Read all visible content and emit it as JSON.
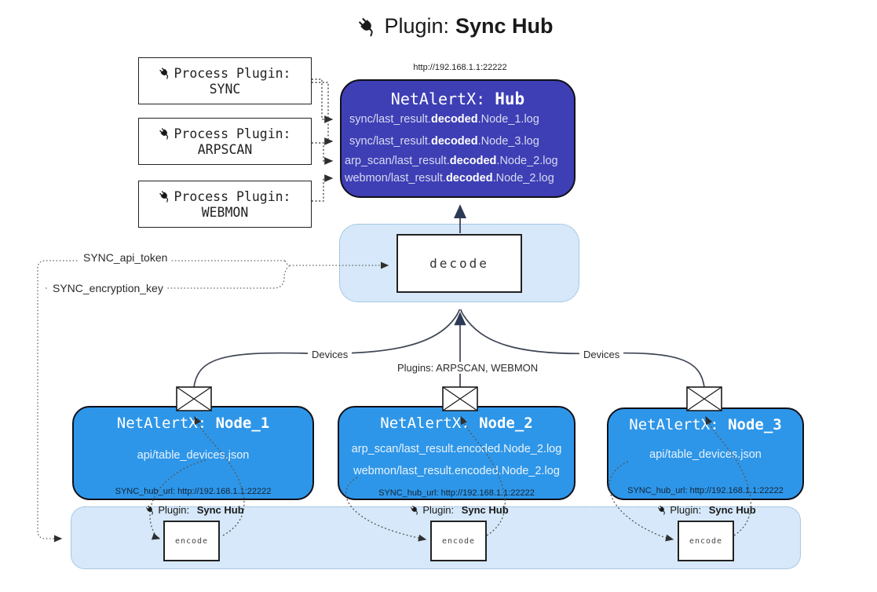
{
  "title": {
    "prefix": "Plugin:",
    "name": "Sync Hub",
    "icon": "plug"
  },
  "hub": {
    "url": "http://192.168.1.1:22222",
    "name_prefix": "NetAlertX:",
    "name": "Hub",
    "lines": [
      {
        "pre": "sync/last_result.",
        "bold": "decoded",
        "post": ".Node_1.log"
      },
      {
        "pre": "sync/last_result.",
        "bold": "decoded",
        "post": ".Node_3.log"
      },
      {
        "pre": "arp_scan/last_result.",
        "bold": "decoded",
        "post": ".Node_2.log"
      },
      {
        "pre": "webmon/last_result.",
        "bold": "decoded",
        "post": ".Node_2.log"
      }
    ]
  },
  "process_plugins": [
    {
      "label": "Process Plugin:",
      "name": "SYNC",
      "icon": "plug"
    },
    {
      "label": "Process Plugin:",
      "name": "ARPSCAN",
      "icon": "plug"
    },
    {
      "label": "Process Plugin:",
      "name": "WEBMON",
      "icon": "plug"
    }
  ],
  "decode_label": "decode",
  "settings": {
    "api_token": "SYNC_api_token",
    "encryption_key": "SYNC_encryption_key"
  },
  "edges": {
    "devices_left": "Devices",
    "devices_right": "Devices",
    "plugins_mid": "Plugins: ARPSCAN, WEBMON"
  },
  "nodes": [
    {
      "name_prefix": "NetAlertX:",
      "name": "Node_1",
      "files": [
        "api/table_devices.json"
      ],
      "hub_url": "SYNC_hub_url: http://192.168.1.1:22222"
    },
    {
      "name_prefix": "NetAlertX:",
      "name": "Node_2",
      "files": [
        "arp_scan/last_result.encoded.Node_2.log",
        "webmon/last_result.encoded.Node_2.log"
      ],
      "hub_url": "SYNC_hub_url: http://192.168.1.1:22222"
    },
    {
      "name_prefix": "NetAlertX:",
      "name": "Node_3",
      "files": [
        "api/table_devices.json"
      ],
      "hub_url": "SYNC_hub_url: http://192.168.1.1:22222"
    }
  ],
  "band": {
    "plugin_label": "Plugin:",
    "plugin_name": "Sync Hub",
    "encode_label": "encode",
    "icon": "plug"
  },
  "icons": [
    "plug-icon",
    "envelope-icon"
  ],
  "colors": {
    "hub": "#3e3fb5",
    "node": "#2e96e8",
    "band": "#d6e8f9",
    "band_border": "#7ba7cc",
    "arrow_dark": "#2c3a55",
    "dotted": "#555555"
  }
}
